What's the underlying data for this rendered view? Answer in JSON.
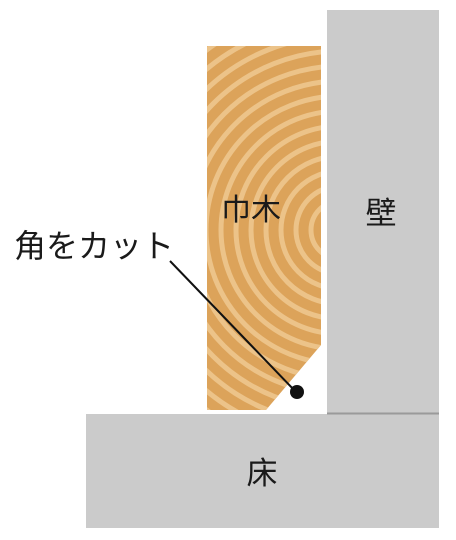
{
  "labels": {
    "baseboard": "巾木",
    "wall": "壁",
    "floor": "床",
    "callout": "角をカット"
  },
  "colors": {
    "wall_floor": "#cbcbcb",
    "seam": "#9a9a9a",
    "wood_base": "#dca35a",
    "wood_ring": "#ecc389",
    "text": "#1a1a1a",
    "leader": "#111111"
  }
}
